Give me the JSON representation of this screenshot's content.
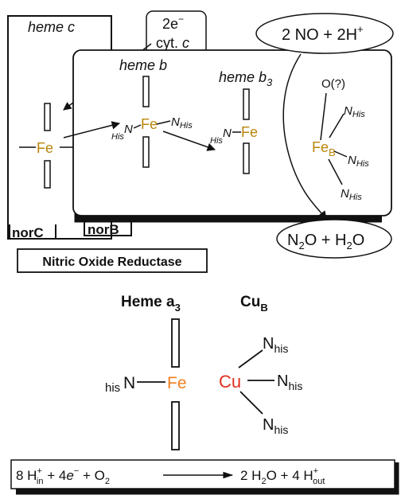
{
  "colors": {
    "iron_top": "#b8860b",
    "iron_bottom": "#f08020",
    "copper": "#e0301e",
    "ink": "#111111"
  },
  "top": {
    "heme_c": "heme c",
    "cyt_box": {
      "line1": "2e",
      "line1_sup": "−",
      "line2": "cyt. ",
      "line2_ital": "c"
    },
    "reactant": {
      "a": "2 NO + 2H",
      "a_sup": "+"
    },
    "heme_b": "heme b",
    "heme_b3": {
      "base": "heme b",
      "sub": "3"
    },
    "o_label": "O(?)",
    "fe": "Fe",
    "fe_b": {
      "base": "Fe",
      "sub": "B"
    },
    "n": "N",
    "his": "His",
    "norc": "norC",
    "norb": "norB",
    "title": "Nitric Oxide Reductase",
    "product": {
      "p1": "N",
      "p1_sub": "2",
      "p2": "O + H",
      "p2_sub": "2",
      "p3": "O"
    }
  },
  "bottom": {
    "heme_a3": {
      "base": "Heme a",
      "sub": "3"
    },
    "cu_b": {
      "base": "Cu",
      "sub": "B"
    },
    "fe": "Fe",
    "cu": "Cu",
    "n": "N",
    "his": "his",
    "equation": {
      "t1": "8 H",
      "t1_sup": "+",
      "t1_sub": "in",
      "t2": " + 4",
      "t2_ital": "e",
      "t2_sup": "−",
      "t3": " + O",
      "t3_sub": "2",
      "t4": "2 H",
      "t4_sub": "2",
      "t5": "O + 4 H",
      "t5_sup": "+",
      "t5_sub": "out"
    }
  }
}
